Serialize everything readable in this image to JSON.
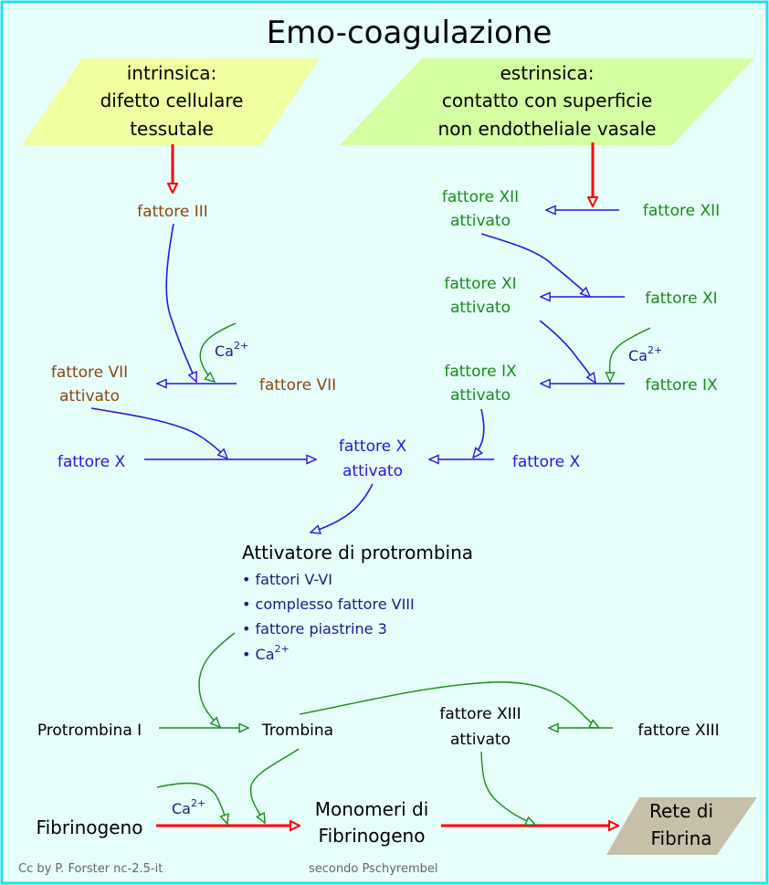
{
  "title": "Emo-coagulazione",
  "colors": {
    "background": "#e6fffa",
    "frame": "#22e0f0",
    "intrinsic_box": "#f0ffa0",
    "extrinsic_box": "#d4ffa0",
    "result_box": "#c8bfa8",
    "main_arrow": "#ff0000",
    "blue_arrow": "#2a12e0",
    "green_arrow": "#1a8a1a",
    "brown_text": "#8b4513",
    "green_text": "#1a8a1a",
    "blue_text": "#2a12e0",
    "navy_text": "#1a1a8a"
  },
  "boxes": {
    "intrinsic": [
      "intrinsica:",
      "difetto cellulare",
      "tessutale"
    ],
    "extrinsic": [
      "estrinsica:",
      "contatto con superficie",
      "non endotheliale vasale"
    ],
    "result": [
      "Rete di",
      "Fibrina"
    ]
  },
  "intrinsic_path": {
    "factor_iii": "fattore III",
    "factor_vii_activated": [
      "fattore VII",
      "attivato"
    ],
    "factor_vii": "fattore VII",
    "factor_x": "fattore X"
  },
  "extrinsic_path": {
    "factor_xii_activated": [
      "fattore XII",
      "attivato"
    ],
    "factor_xii": "fattore XII",
    "factor_xi_activated": [
      "fattore XI",
      "attivato"
    ],
    "factor_xi": "fattore XI",
    "factor_ix_activated": [
      "fattore IX",
      "attivato"
    ],
    "factor_ix": "fattore IX",
    "factor_x": "fattore X"
  },
  "factor_x_activated": [
    "fattore X",
    "attivato"
  ],
  "calcium": {
    "base": "Ca",
    "sup": "2+"
  },
  "prothrombin_activator": {
    "heading": "Attivatore di protrombina",
    "items": [
      "• fattori V-VI",
      "• complesso fattore VIII",
      "• fattore piastrine 3",
      "• Ca"
    ]
  },
  "final_stage": {
    "prothrombin": "Protrombina I",
    "thrombin": "Trombina",
    "factor_xiii_activated": [
      "fattore XIII",
      "attivato"
    ],
    "factor_xiii": "fattore XIII",
    "fibrinogen": "Fibrinogeno",
    "monomers": [
      "Monomeri di",
      "Fibrinogeno"
    ]
  },
  "footer": {
    "credit": "Cc by P. Forster nc-2.5-it",
    "source": "secondo Pschyrembel"
  }
}
